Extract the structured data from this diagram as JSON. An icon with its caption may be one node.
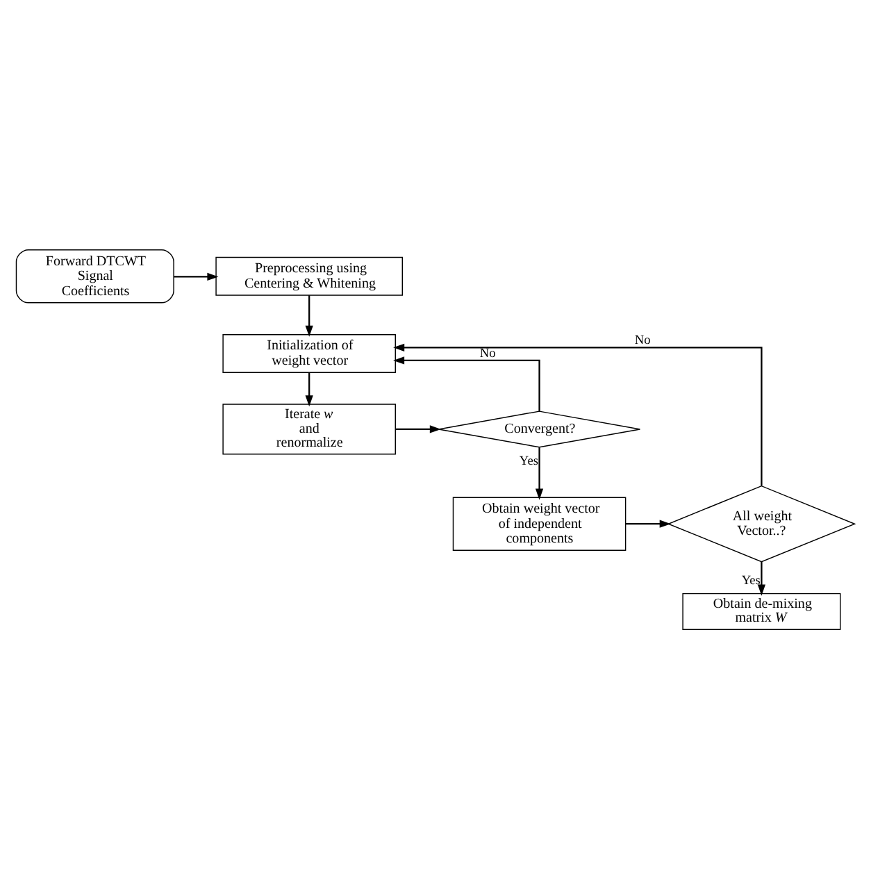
{
  "diagram": {
    "nodes": [
      {
        "text": [
          "Forward DTCWT Signal Coefficients"
        ]
      },
      {
        "text": [
          "Preprocessing using Centering & Whitening"
        ]
      },
      {
        "text": [
          "Initialization of weight vector"
        ]
      },
      {
        "text": [
          "Iterate *w* and renormalize"
        ]
      },
      {
        "text": [
          "Convergent?"
        ]
      },
      {
        "text": [
          "Obtain weight vector of independent components"
        ]
      },
      {
        "text": [
          "All weight Vector..?"
        ]
      },
      {
        "text": [
          "Obtain de-mixing matrix *W*"
        ]
      }
    ],
    "edges": [
      {
        "from": 0,
        "to": 1,
        "arrow": "to"
      },
      {
        "from": 1,
        "to": 2,
        "arrow": "to"
      },
      {
        "from": 2,
        "to": 3,
        "arrow": "to"
      },
      {
        "from": 3,
        "to": 4,
        "arrow": "to"
      },
      {
        "from": 4,
        "to": 2,
        "arrow": "to",
        "label": "No"
      },
      {
        "from": 4,
        "to": 5,
        "arrow": "to",
        "label": "Yes"
      },
      {
        "from": 5,
        "to": 6,
        "arrow": "to"
      },
      {
        "from": 6,
        "to": 2,
        "arrow": "to",
        "label": "No"
      },
      {
        "from": 6,
        "to": 7,
        "arrow": "to",
        "label": "Yes"
      }
    ]
  }
}
